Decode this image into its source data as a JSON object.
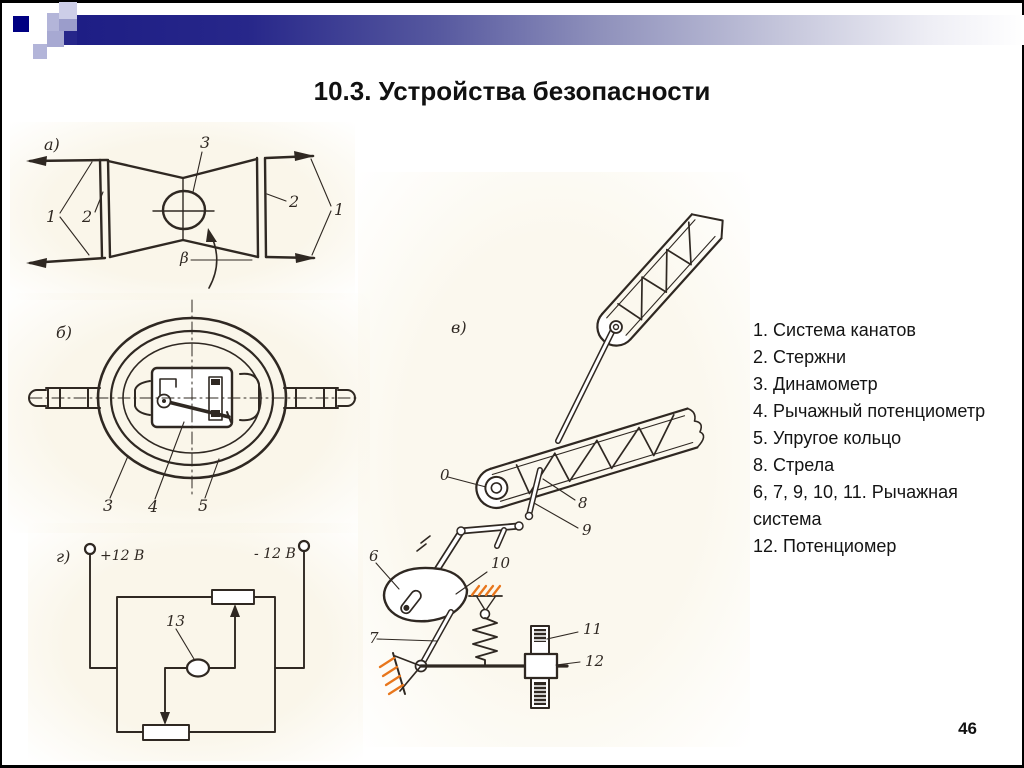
{
  "slide": {
    "title": "10.3. Устройства безопасности",
    "page_number": "46"
  },
  "legend": {
    "items": [
      "1. Система канатов",
      "2. Стержни",
      "3. Динамометр",
      "4. Рычажный потенциометр",
      "5. Упругое кольцо",
      "8. Стрела",
      "6, 7, 9, 10, 11. Рычажная система",
      "12. Потенциомер"
    ]
  },
  "figures": {
    "a": {
      "tag": "а)",
      "rope_left": "1",
      "rod_left": "2",
      "dynamometer": "3",
      "angle": "β",
      "rod_right": "2",
      "rope_right": "1"
    },
    "b": {
      "tag": "б)",
      "n3": "3",
      "n4": "4",
      "n5": "5"
    },
    "v": {
      "tag": "в)",
      "n0": "0",
      "n8": "8",
      "n9": "9",
      "n6": "6",
      "n10": "10",
      "n7": "7",
      "n11": "11",
      "n12": "12"
    },
    "g": {
      "tag": "г)",
      "plus": "+12 В",
      "minus": "- 12 В",
      "n13": "13"
    }
  },
  "colors": {
    "accent_navy": "#26268a",
    "ink": "#2f2822",
    "hatch_orange": "#e8761c"
  }
}
